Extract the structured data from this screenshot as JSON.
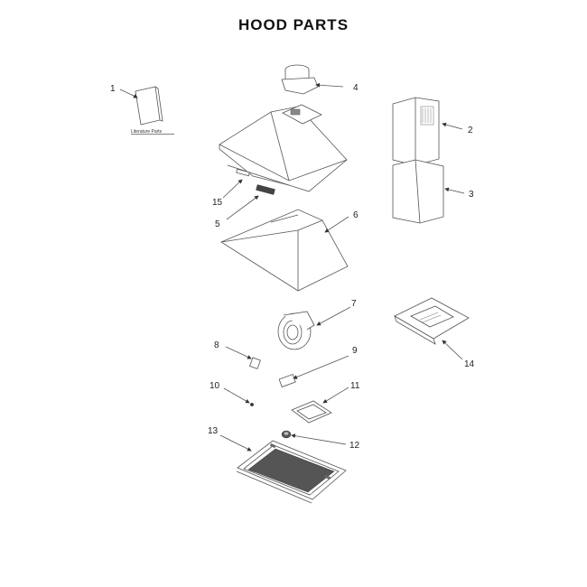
{
  "title": "HOOD PARTS",
  "literature_label": "Literature Parts",
  "callouts": {
    "p1": "1",
    "p2": "2",
    "p3": "3",
    "p4": "4",
    "p5": "5",
    "p6": "6",
    "p7": "7",
    "p8": "8",
    "p9": "9",
    "p10": "10",
    "p11": "11",
    "p12": "12",
    "p13": "13",
    "p14": "14",
    "p15": "15"
  }
}
